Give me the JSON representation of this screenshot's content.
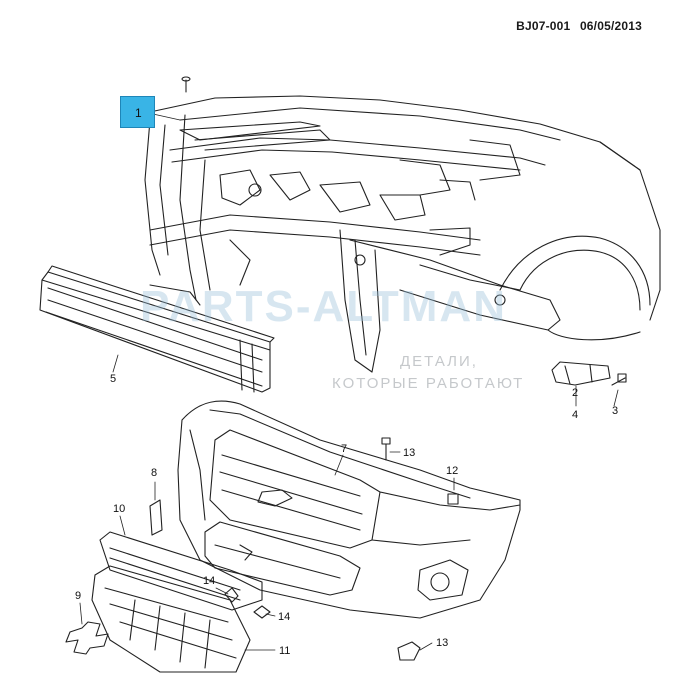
{
  "header": {
    "code": "BJ07-001",
    "date": "06/05/2013"
  },
  "highlight_callout": {
    "label": "1",
    "color": "#39b4e6"
  },
  "callouts": {
    "c2": "2",
    "c3": "3",
    "c4": "4",
    "c5": "5",
    "c7": "7",
    "c8": "8",
    "c9": "9",
    "c10": "10",
    "c11": "11",
    "c12": "12",
    "c13a": "13",
    "c13b": "13",
    "c14a": "14",
    "c14b": "14"
  },
  "watermark": {
    "brand": "PARTS-ALTMAN",
    "tagline1": "ДЕТАЛИ,",
    "tagline2": "КОТОРЫЕ РАБОТАЮТ"
  },
  "parts_icons": [
    "front-end-structure",
    "bumper-reinforcement-beam",
    "front-bumper-cover",
    "upper-grille",
    "lower-grille",
    "bracket",
    "bolt",
    "clip",
    "emblem"
  ]
}
